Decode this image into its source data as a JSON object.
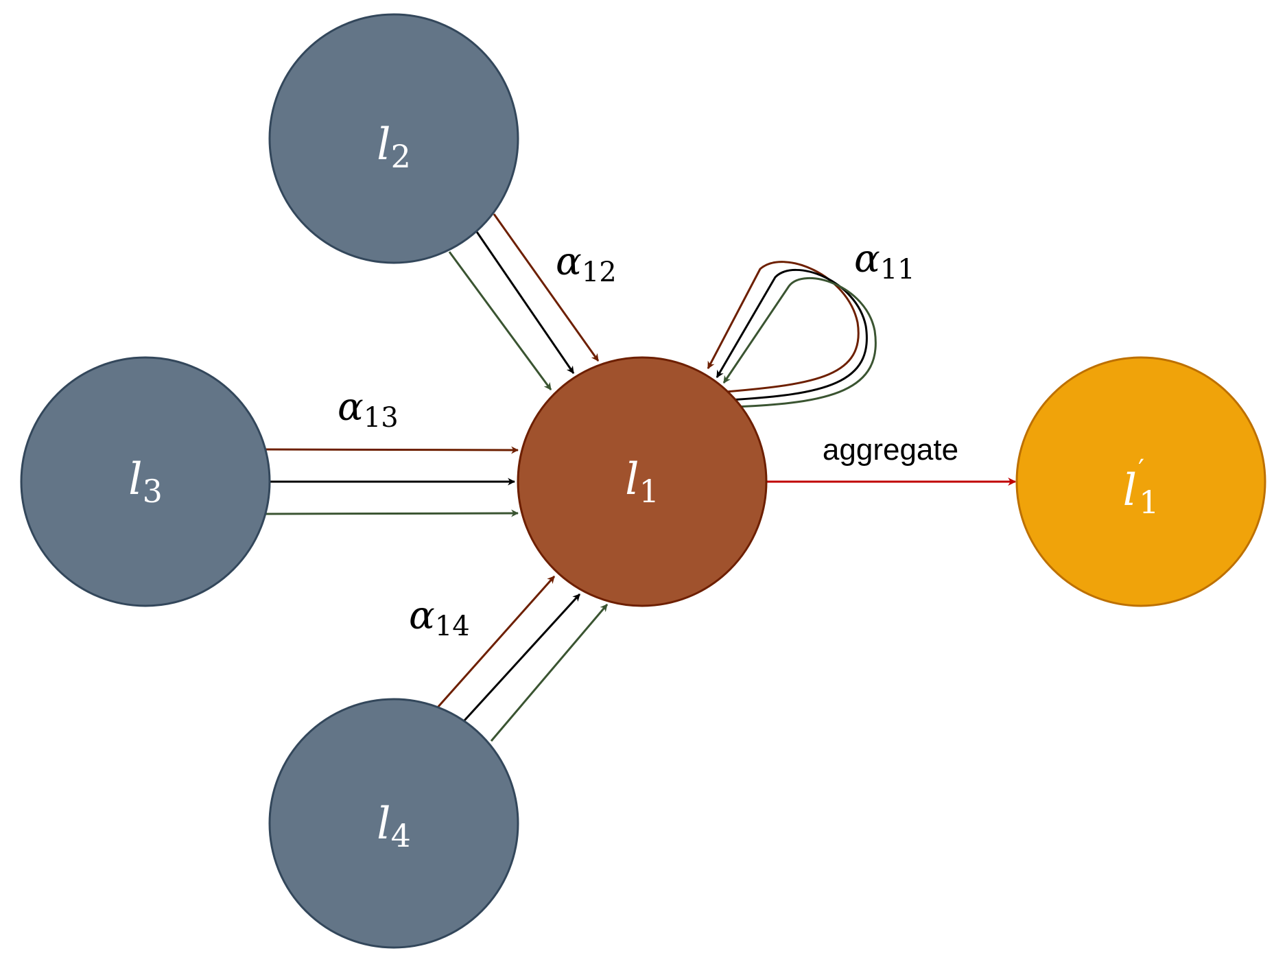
{
  "diagram": {
    "colors": {
      "neighbor_fill": "#637587",
      "neighbor_stroke": "#33475b",
      "center_fill": "#a0522d",
      "center_stroke": "#6d1f00",
      "output_fill": "#f0a30a",
      "output_stroke": "#bd7000",
      "edge_brown": "#6d1f00",
      "edge_black": "#000000",
      "edge_green": "#3a5431",
      "aggregate_edge": "#c00000"
    },
    "nodes": {
      "l1": {
        "symbol": "l",
        "subscript": "1"
      },
      "l2": {
        "symbol": "l",
        "subscript": "2"
      },
      "l3": {
        "symbol": "l",
        "subscript": "3"
      },
      "l4": {
        "symbol": "l",
        "subscript": "4"
      },
      "l1_prime": {
        "symbol": "l",
        "prime": "′",
        "subscript": "1"
      }
    },
    "weights": {
      "a11": {
        "symbol": "α",
        "subscript": "11"
      },
      "a12": {
        "symbol": "α",
        "subscript": "12"
      },
      "a13": {
        "symbol": "α",
        "subscript": "13"
      },
      "a14": {
        "symbol": "α",
        "subscript": "14"
      }
    },
    "aggregate_label": "aggregate"
  }
}
